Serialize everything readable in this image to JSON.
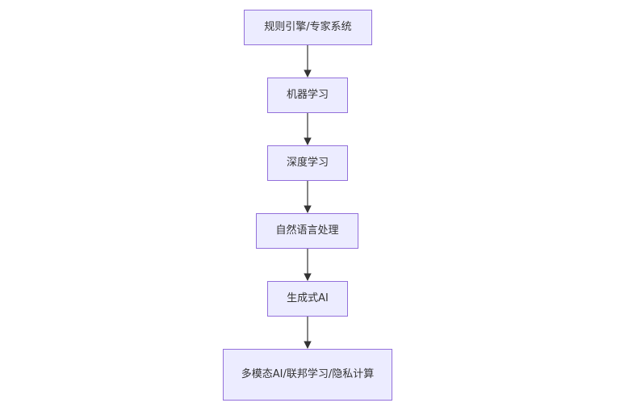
{
  "diagram": {
    "type": "flowchart",
    "direction": "top-down",
    "colors": {
      "node_fill": "#ECECFF",
      "node_border": "#9370DB",
      "edge": "#333333",
      "text": "#333333"
    },
    "nodes": [
      {
        "label": "规则引擎/专家系统"
      },
      {
        "label": "机器学习"
      },
      {
        "label": "深度学习"
      },
      {
        "label": "自然语言处理"
      },
      {
        "label": "生成式AI"
      },
      {
        "label": "多模态AI/联邦学习/隐私计算"
      }
    ],
    "edges": [
      {
        "from": 0,
        "to": 1
      },
      {
        "from": 1,
        "to": 2
      },
      {
        "from": 2,
        "to": 3
      },
      {
        "from": 3,
        "to": 4
      },
      {
        "from": 4,
        "to": 5
      }
    ]
  }
}
